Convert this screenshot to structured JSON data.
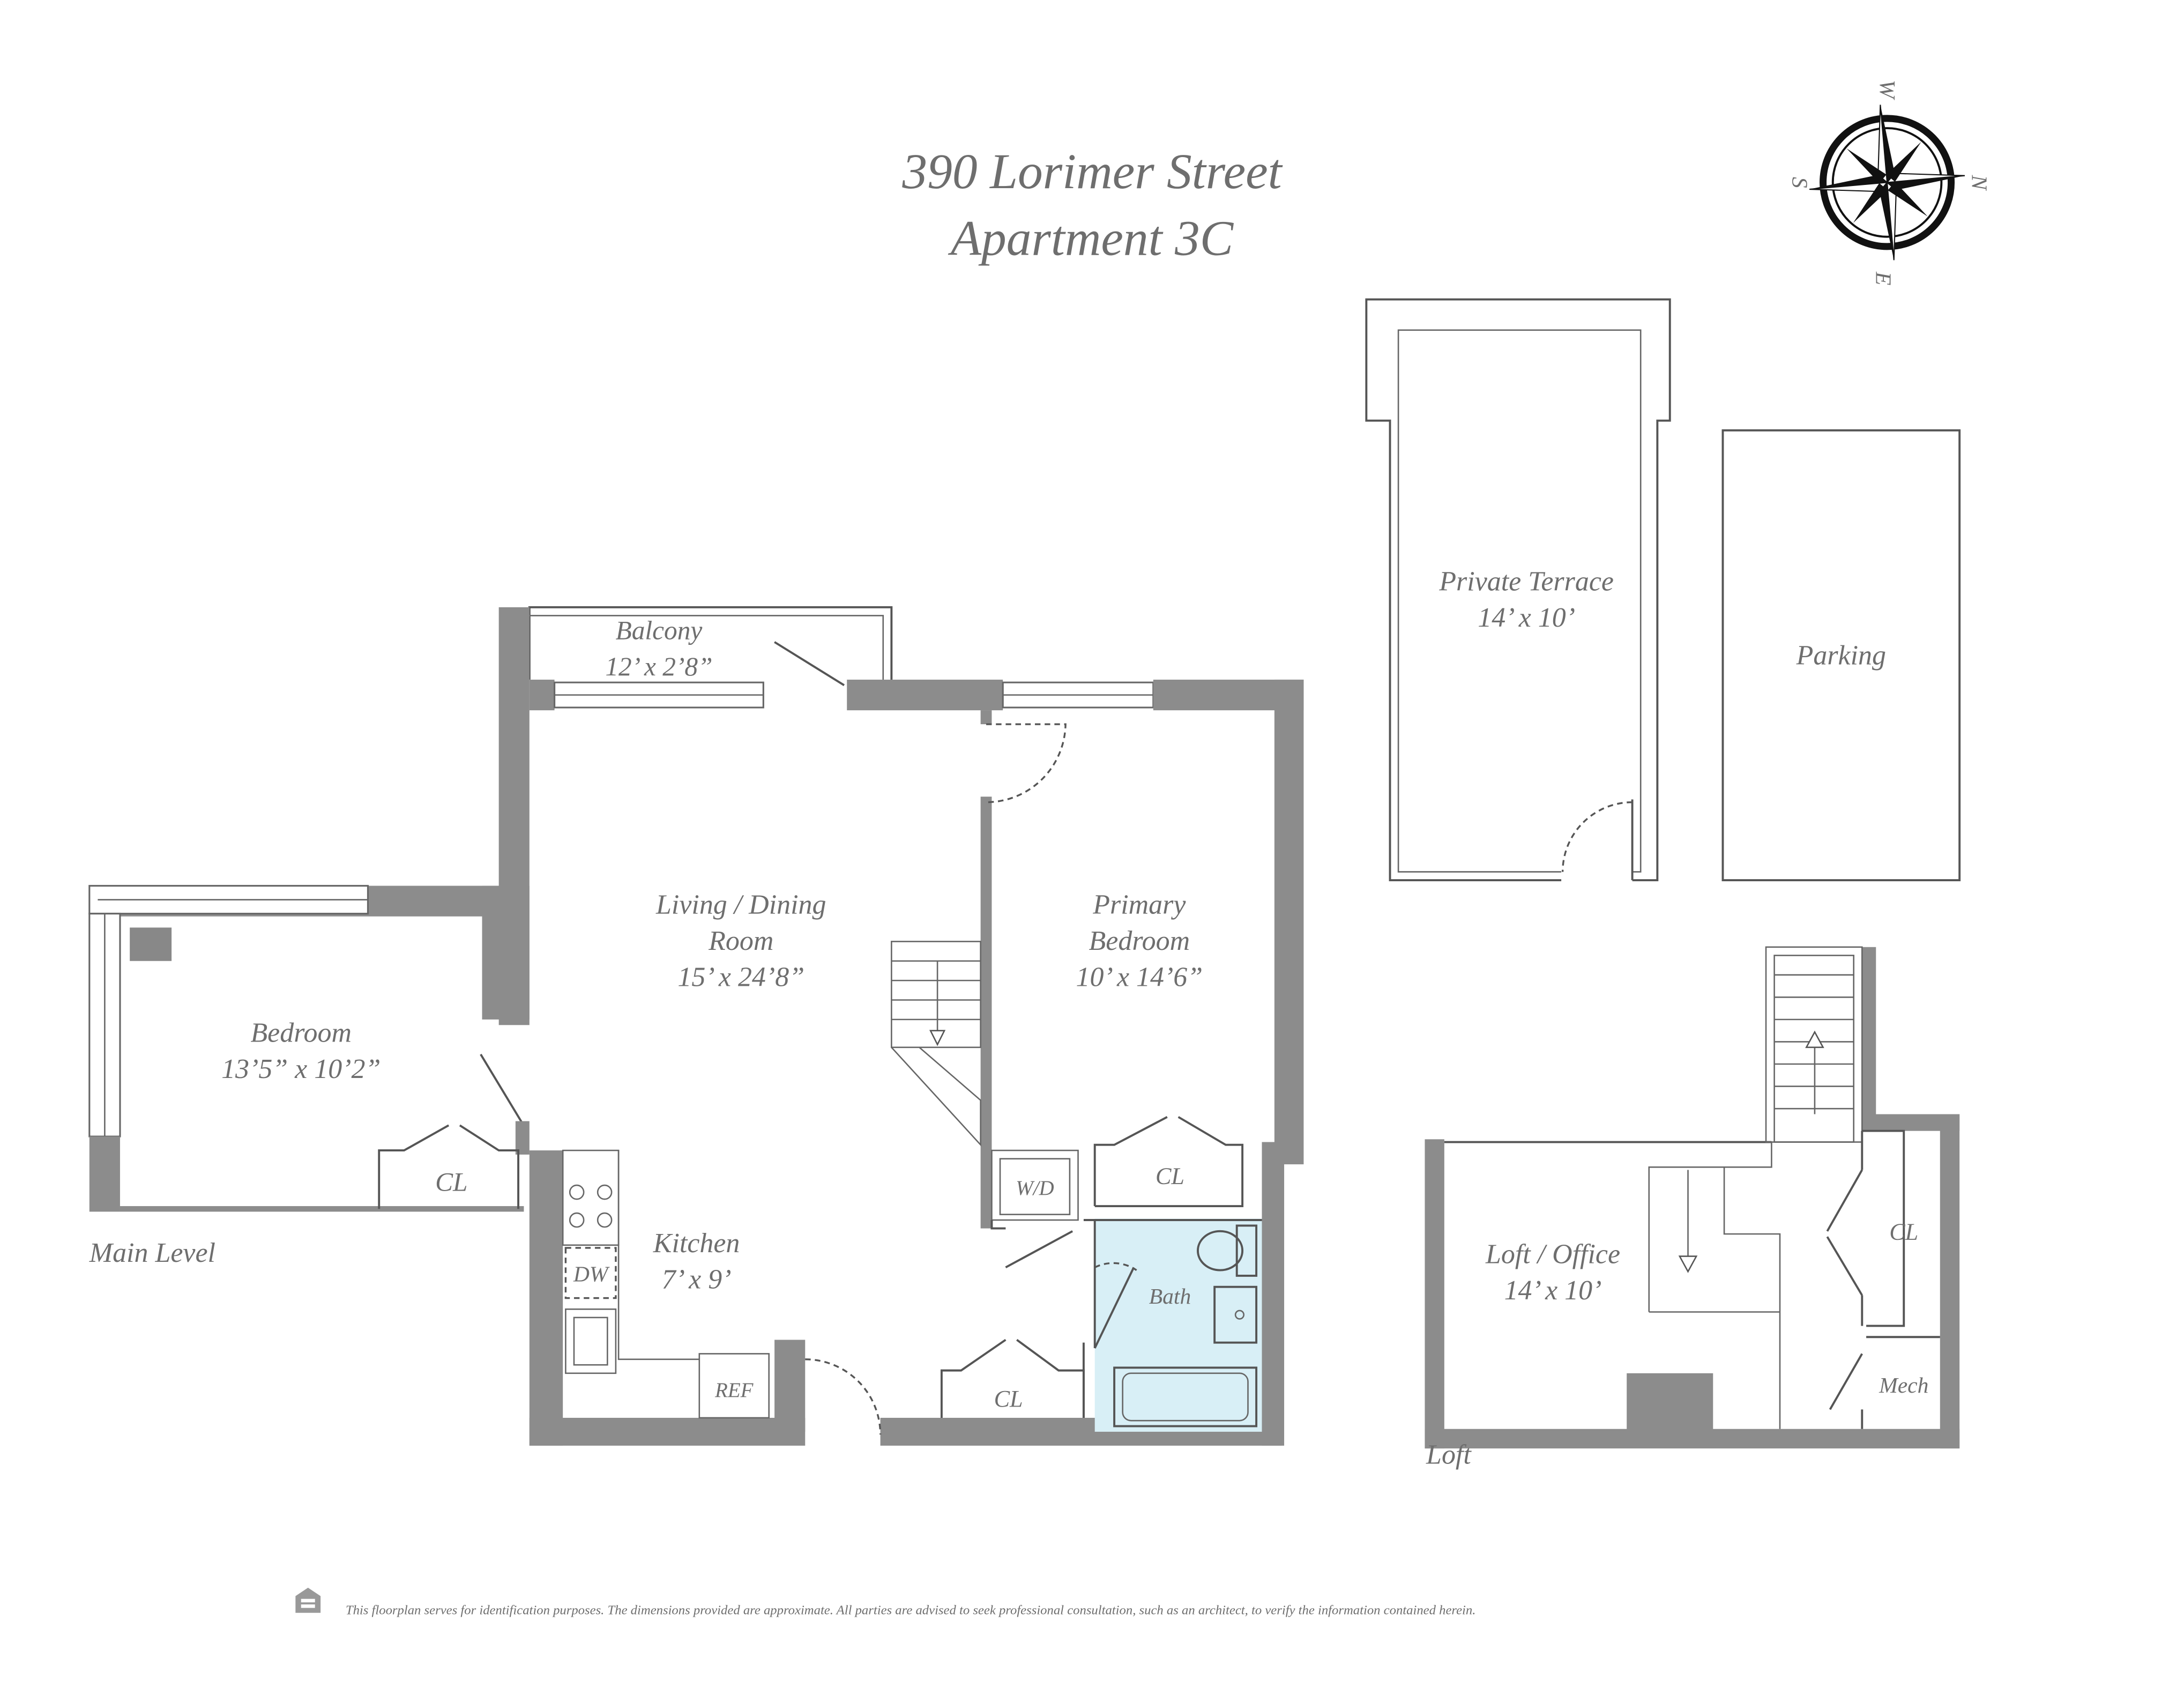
{
  "title": {
    "line1": "390 Lorimer Street",
    "line2": "Apartment 3C"
  },
  "compass": {
    "icon": "compass-rose-icon",
    "n": "N",
    "s": "S",
    "e": "E",
    "w": "W"
  },
  "levels": {
    "main": "Main Level",
    "loft": "Loft"
  },
  "rooms": {
    "balcony": {
      "name": "Balcony",
      "size": "12’ x 2’8”"
    },
    "living": {
      "name1": "Living / Dining",
      "name2": "Room",
      "size": "15’ x 24’8”"
    },
    "primary": {
      "name1": "Primary",
      "name2": "Bedroom",
      "size": "10’ x 14’6”"
    },
    "bedroom": {
      "name": "Bedroom",
      "size": "13’5” x 10’2”"
    },
    "kitchen": {
      "name": "Kitchen",
      "size": "7’ x 9’"
    },
    "bath": {
      "name": "Bath"
    },
    "terrace": {
      "name": "Private Terrace",
      "size": "14’ x 10’"
    },
    "parking": {
      "name": "Parking"
    },
    "loft_office": {
      "name": "Loft / Office",
      "size": "14’ x 10’"
    },
    "closet_label": "CL",
    "wd": "W/D",
    "dw": "DW",
    "ref": "REF",
    "mech": "Mech"
  },
  "colors": {
    "wall": "#8c8c8c",
    "bath": "#d8eff6",
    "text": "#6e6e6e"
  },
  "footer": {
    "icon": "equal-housing-icon",
    "disclaimer": "This floorplan serves for identification purposes. The dimensions provided are approximate. All parties are advised to seek professional consultation, such as an architect, to verify the information contained herein."
  }
}
